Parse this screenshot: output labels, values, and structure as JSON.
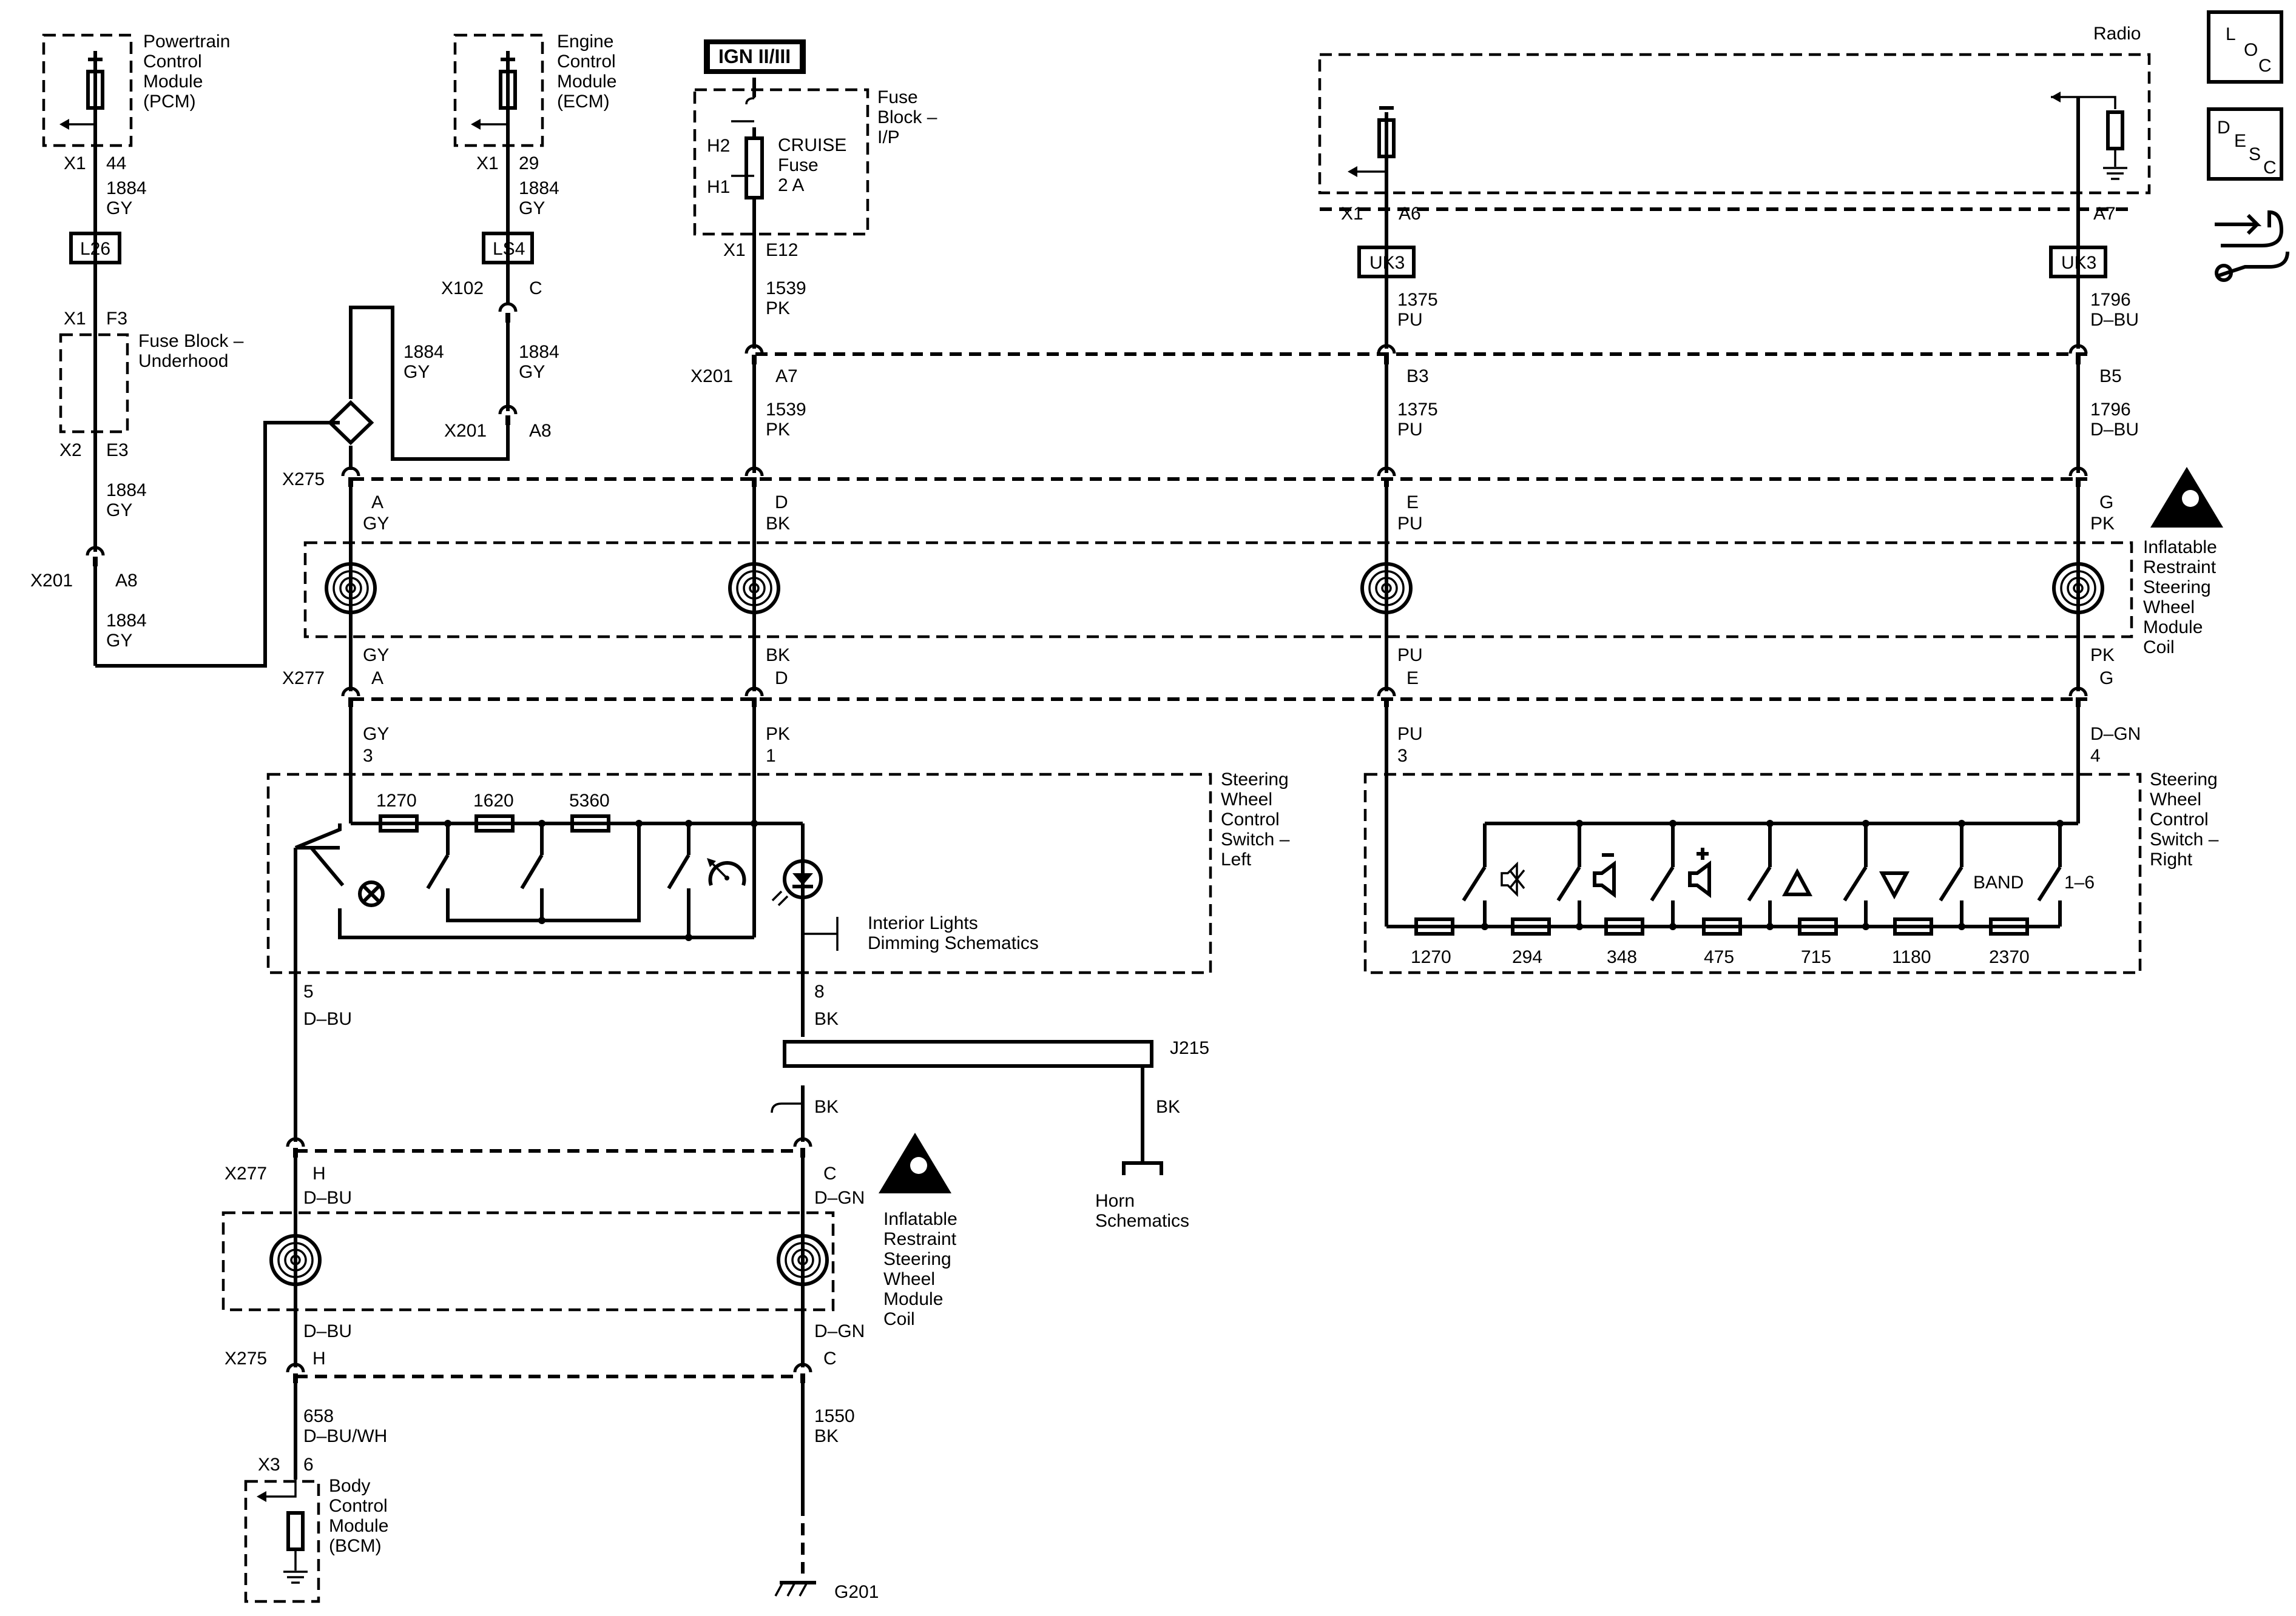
{
  "modules": {
    "pcm": "Powertrain|Control|Module|(PCM)",
    "ecm": "Engine|Control|Module|(ECM)",
    "fuse_block_ip": "Fuse|Block –|I/P",
    "fuse_block_uh": "Fuse Block –|Underhood",
    "radio": "Radio",
    "swc_left": "Steering|Wheel|Control|Switch –|Left",
    "swc_right": "Steering|Wheel|Control|Switch –|Right",
    "coil": "Inflatable|Restraint|Steering|Wheel|Module|Coil",
    "bcm": "Body|Control|Module|(BCM)"
  },
  "power": {
    "ign": "IGN II/III",
    "fuse": "CRUISE|Fuse|2 A",
    "h1": "H1",
    "h2": "H2"
  },
  "options": {
    "l26": "L26",
    "ls4": "LS4",
    "uk3": "UK3"
  },
  "connectors": {
    "x1": "X1",
    "x2": "X2",
    "x3": "X3",
    "x102": "X102",
    "x201": "X201",
    "x275": "X275",
    "x277": "X277",
    "j215": "J215",
    "g201": "G201"
  },
  "pins": {
    "p44": "44",
    "p29": "29",
    "f3": "F3",
    "e3": "E3",
    "e12": "E12",
    "c": "C",
    "a8": "A8",
    "a7": "A7",
    "a6": "A6",
    "b3": "B3",
    "b5": "B5",
    "a": "A",
    "d": "D",
    "e": "E",
    "g": "G",
    "h": "H",
    "p3": "3",
    "p1": "1",
    "p4": "4",
    "p5": "5",
    "p8": "8",
    "p6": "6"
  },
  "wires": {
    "c1884": "1884",
    "c1539": "1539",
    "c1375": "1375",
    "c1796": "1796",
    "c658": "658",
    "c1550": "1550",
    "gy": "GY",
    "pk": "PK",
    "pu": "PU",
    "bk": "BK",
    "dbu": "D–BU",
    "dgn": "D–GN",
    "dbuwh": "D–BU/WH"
  },
  "resistors_left": [
    "1270",
    "1620",
    "5360"
  ],
  "resistors_right": [
    "1270",
    "294",
    "348",
    "475",
    "715",
    "1180",
    "2370"
  ],
  "band": "BAND",
  "range": "1–6",
  "refs": {
    "dimming": "Interior Lights|Dimming Schematics",
    "horn": "Horn|Schematics"
  },
  "icons": {
    "loc": {
      "l": "L",
      "o": "O",
      "c": "C"
    },
    "desc": {
      "d": "D",
      "e": "E",
      "s": "S",
      "c": "C"
    }
  }
}
